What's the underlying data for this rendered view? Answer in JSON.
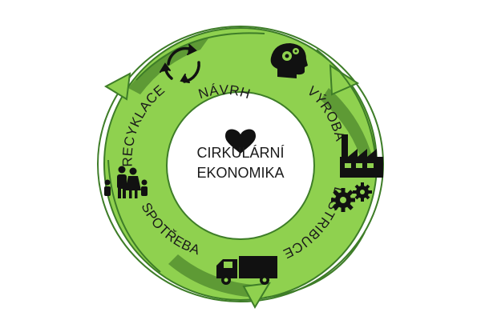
{
  "center": {
    "line1": "CIRKULÁRNÍ",
    "line2": "EKONOMIKA"
  },
  "stages": {
    "navrh": "NÁVRH",
    "vyroba": "VÝROBA",
    "distribuce": "DISTRIBUCE",
    "spotreba": "SPOTŘEBA",
    "recyklace": "RECYKLACE"
  },
  "icons": [
    "heart-icon",
    "recycle-arrows-icon",
    "head-gears-icon",
    "factory-icon",
    "gears-icon",
    "truck-icon",
    "family-icon"
  ],
  "colors": {
    "ring_fill": "#8fd14f",
    "ring_dark": "#5e9a35",
    "outline": "#3e7d28",
    "icon": "#111111",
    "center_fill": "#ffffff"
  }
}
